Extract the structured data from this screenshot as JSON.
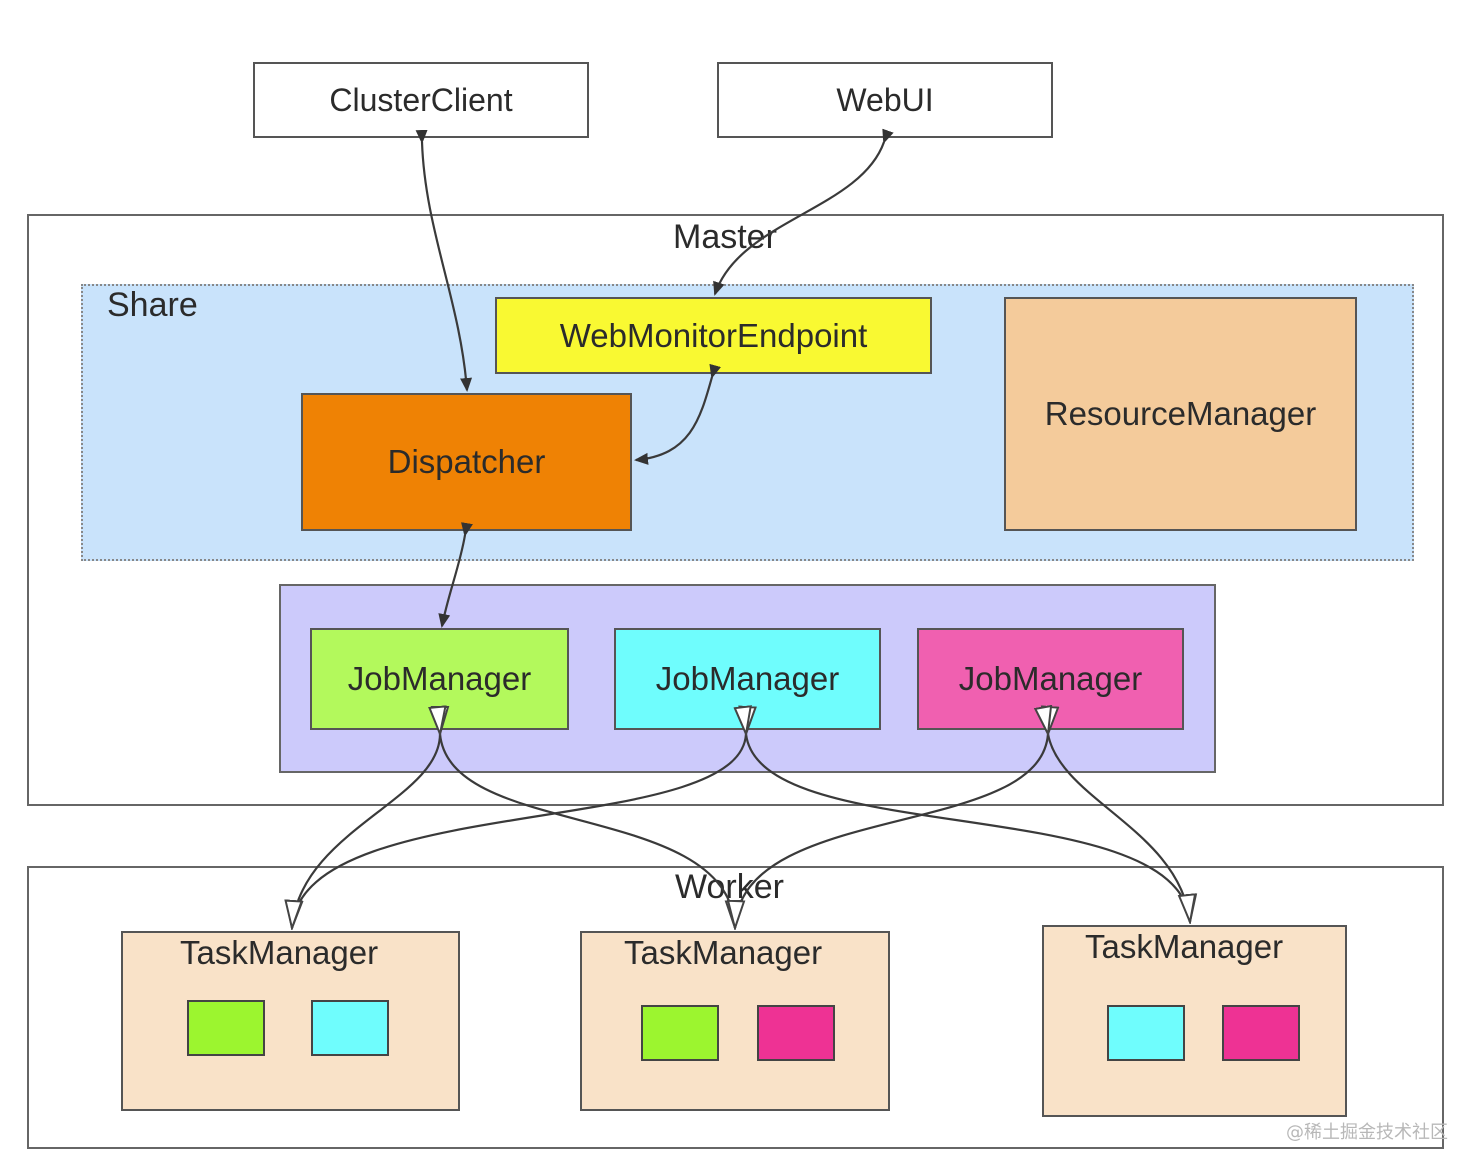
{
  "external": {
    "cluster_client": "ClusterClient",
    "web_ui": "WebUI"
  },
  "master": {
    "label": "Master",
    "share": {
      "label": "Share",
      "web_monitor_endpoint": "WebMonitorEndpoint",
      "dispatcher": "Dispatcher",
      "resource_manager": "ResourceManager"
    },
    "job_managers": [
      {
        "label": "JobManager",
        "color": "#b3f95c"
      },
      {
        "label": "JobManager",
        "color": "#6ffdfd"
      },
      {
        "label": "JobManager",
        "color": "#f060b0"
      }
    ]
  },
  "worker": {
    "label": "Worker",
    "task_managers": [
      {
        "label": "TaskManager",
        "slots": [
          {
            "job": 1,
            "color": "#9cf52f"
          },
          {
            "job": 2,
            "color": "#6ffdfd"
          }
        ]
      },
      {
        "label": "TaskManager",
        "slots": [
          {
            "job": 1,
            "color": "#9cf52f"
          },
          {
            "job": 3,
            "color": "#ee3294"
          }
        ]
      },
      {
        "label": "TaskManager",
        "slots": [
          {
            "job": 2,
            "color": "#6ffdfd"
          },
          {
            "job": 3,
            "color": "#ee3294"
          }
        ]
      }
    ]
  },
  "colors": {
    "share_bg": "#c9e3fb",
    "job_area_bg": "#cccafb",
    "web_monitor": "#f9f932",
    "dispatcher": "#ef8204",
    "resource_manager": "#f4cb9b",
    "task_manager_bg": "#f9e2c8"
  },
  "watermark": "@稀土掘金技术社区"
}
